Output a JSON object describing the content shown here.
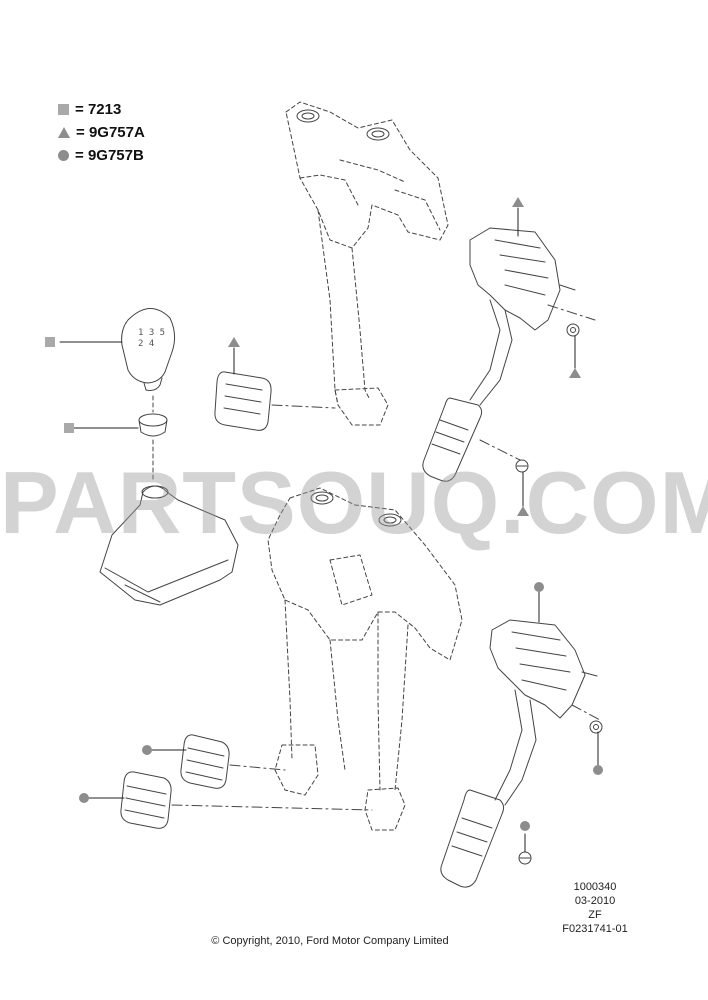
{
  "legend": [
    {
      "symbol": "square",
      "code": "7213"
    },
    {
      "symbol": "triangle",
      "code": "9G757A"
    },
    {
      "symbol": "circle",
      "code": "9G757B"
    }
  ],
  "legend_prefix": "=",
  "watermark": "PARTSOUQ.COM",
  "reference": {
    "number": "1000340",
    "date": "03-2010",
    "code": "ZF",
    "figure": "F0231741-01"
  },
  "copyright": "© Copyright, 2010, Ford Motor Company Limited",
  "colors": {
    "line": "#444444",
    "marker": "#8d8d8d",
    "square_marker": "#a9a9a9",
    "watermark": "#969696"
  }
}
